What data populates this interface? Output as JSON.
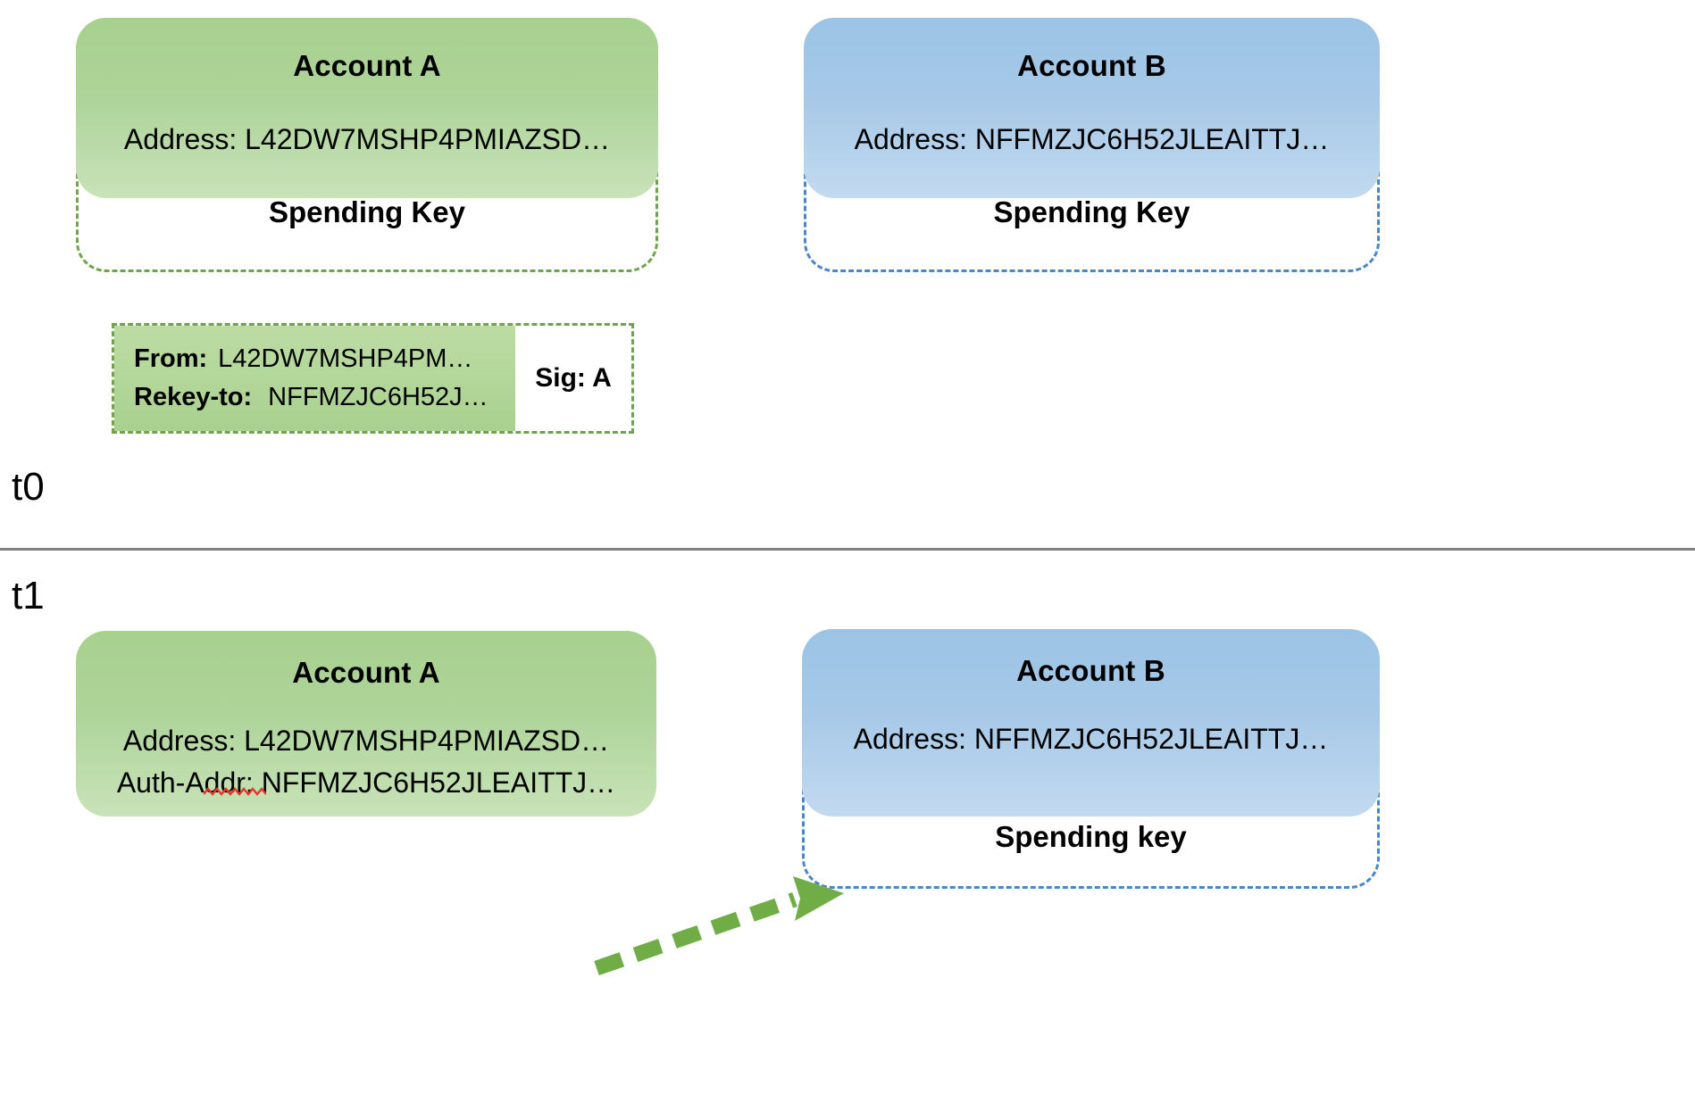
{
  "colors": {
    "green_fill_top": "#A8D08D",
    "green_fill_bottom": "#C8E3B8",
    "blue_fill_top": "#9CC3E5",
    "blue_fill_bottom": "#C3DAF0",
    "green_dash_border": "#70A34C",
    "blue_dash_border": "#4A86C8",
    "arrow_green": "#70AD47",
    "divider_gray": "#808080",
    "spellcheck_red": "#E8342A",
    "text_black": "#000000",
    "page_background": "#FFFFFF"
  },
  "t0": {
    "time_label": "t0",
    "account_a": {
      "title": "Account A",
      "address_line": "Address: L42DW7MSHP4PMIAZSD…",
      "spending_key_label": "Spending Key"
    },
    "account_b": {
      "title": "Account B",
      "address_line": "Address: NFFMZJC6H52JLEAITTJ…",
      "spending_key_label": "Spending Key"
    },
    "transaction": {
      "rows": [
        {
          "key": "From:",
          "value": "L42DW7MSHP4PM…"
        },
        {
          "key": "Rekey-to:",
          "value": "NFFMZJC6H52J…"
        }
      ],
      "signature_label": "Sig: A"
    }
  },
  "t1": {
    "time_label": "t1",
    "account_a": {
      "title": "Account A",
      "address_line": "Address: L42DW7MSHP4PMIAZSD…",
      "auth_addr_line": "Auth-Addr: NFFMZJC6H52JLEAITTJ…"
    },
    "account_b": {
      "title": "Account B",
      "address_line": "Address: NFFMZJC6H52JLEAITTJ…",
      "spending_key_label": "Spending key"
    },
    "rekey_arrow": {
      "icon": "dashed-arrow-right-icon",
      "from": "Account A Auth-Addr",
      "to": "Account B Address"
    }
  }
}
